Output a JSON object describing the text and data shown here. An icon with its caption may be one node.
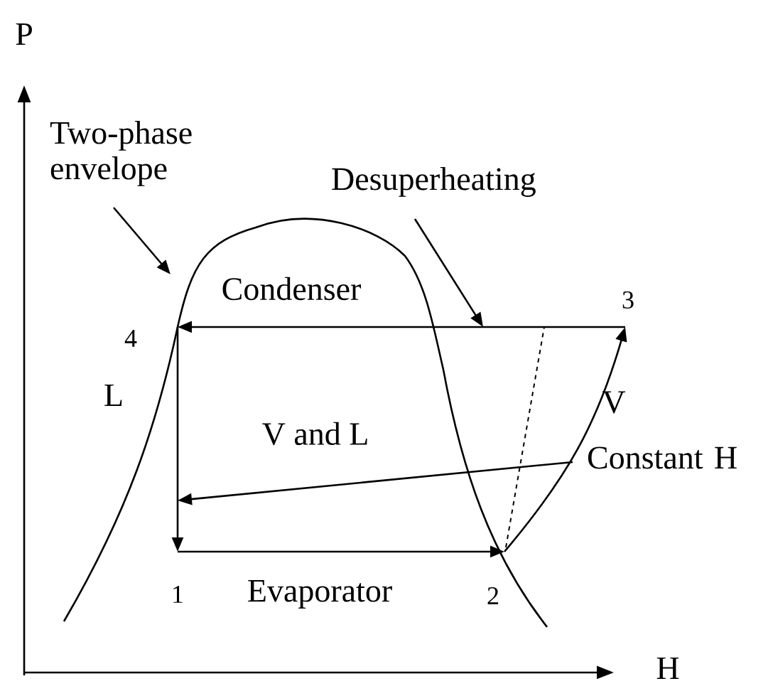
{
  "diagram": {
    "nodes": [
      {
        "text": [
          "4"
        ]
      },
      {
        "text": [
          "1"
        ]
      },
      {
        "text": [
          "2"
        ]
      },
      {
        "text": [
          "3"
        ]
      },
      {
        "text": [
          "Two-phase envelope"
        ]
      },
      {
        "text": [
          "Desuperheating"
        ]
      },
      {
        "text": [
          "Constant H"
        ]
      }
    ],
    "edges": [
      {
        "from": 0,
        "to": 1,
        "arrow": "to"
      },
      {
        "from": 1,
        "to": 2,
        "arrow": "to"
      },
      {
        "from": 2,
        "to": 3,
        "arrow": "to"
      },
      {
        "from": 3,
        "to": 0,
        "arrow": "to"
      },
      {
        "from": 4,
        "to": null,
        "arrow": "to"
      },
      {
        "from": 5,
        "to": null,
        "arrow": "to"
      },
      {
        "from": 6,
        "to": null,
        "arrow": "to"
      }
    ],
    "labels": [
      "P",
      "Condenser",
      "L",
      "V and L",
      "V",
      "Evaporator",
      "H"
    ]
  }
}
